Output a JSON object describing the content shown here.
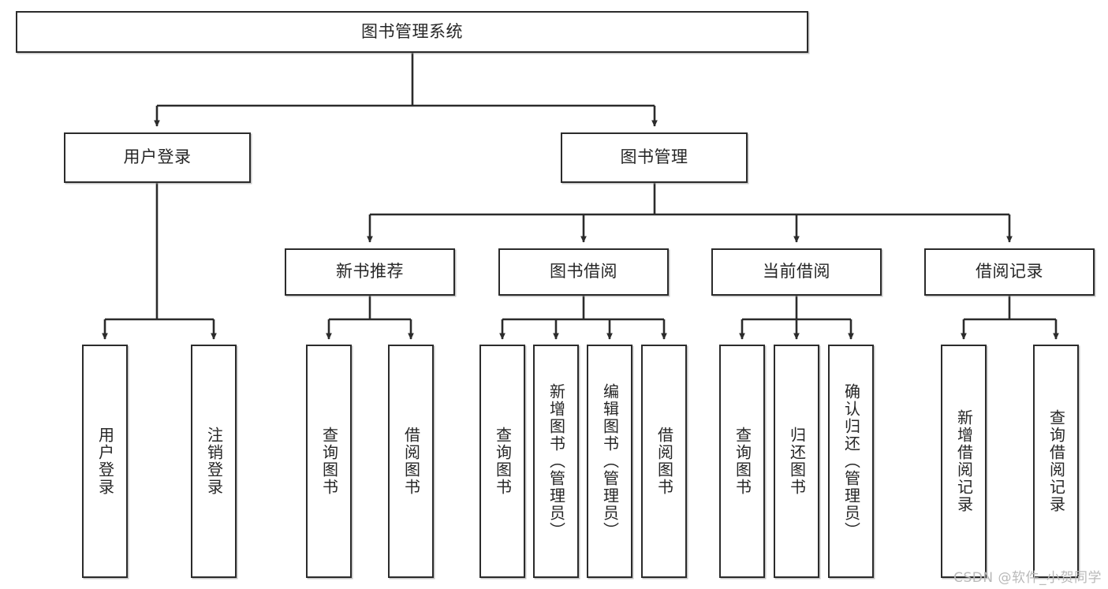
{
  "diagram": {
    "type": "tree-hierarchy-chart",
    "title_node": {
      "label": "图书管理系统"
    },
    "level2": [
      {
        "id": "user-login",
        "label": "用户登录"
      },
      {
        "id": "book-management",
        "label": "图书管理"
      }
    ],
    "level3": [
      {
        "id": "new-book-recommend",
        "label": "新书推荐"
      },
      {
        "id": "book-borrow",
        "label": "图书借阅"
      },
      {
        "id": "current-borrow",
        "label": "当前借阅"
      },
      {
        "id": "borrow-record",
        "label": "借阅记录"
      }
    ],
    "leaves": [
      {
        "id": "leaf-user-login",
        "parent": "user-login",
        "label": "用户登录"
      },
      {
        "id": "leaf-logout-login",
        "parent": "user-login",
        "label": "注销登录"
      },
      {
        "id": "leaf-query-book-1",
        "parent": "new-book-recommend",
        "label": "查询图书"
      },
      {
        "id": "leaf-borrow-book-1",
        "parent": "new-book-recommend",
        "label": "借阅图书"
      },
      {
        "id": "leaf-query-book-2",
        "parent": "book-borrow",
        "label": "查询图书"
      },
      {
        "id": "leaf-add-book",
        "parent": "book-borrow",
        "label": "新增图书（管理员）"
      },
      {
        "id": "leaf-edit-book",
        "parent": "book-borrow",
        "label": "编辑图书（管理员）"
      },
      {
        "id": "leaf-borrow-book-2",
        "parent": "book-borrow",
        "label": "借阅图书"
      },
      {
        "id": "leaf-query-book-3",
        "parent": "current-borrow",
        "label": "查询图书"
      },
      {
        "id": "leaf-return-book",
        "parent": "current-borrow",
        "label": "归还图书"
      },
      {
        "id": "leaf-confirm-return",
        "parent": "current-borrow",
        "label": "确认归还（管理员）"
      },
      {
        "id": "leaf-add-record",
        "parent": "borrow-record",
        "label": "新增借阅记录"
      },
      {
        "id": "leaf-query-record",
        "parent": "borrow-record",
        "label": "查询借阅记录"
      }
    ],
    "watermark": "CSDN @软件_小贺同学",
    "colors": {
      "border": "#2b2b2b",
      "text": "#262626",
      "background": "#ffffff",
      "connector": "#2b2b2b",
      "watermark": "#b9b9b9"
    }
  }
}
